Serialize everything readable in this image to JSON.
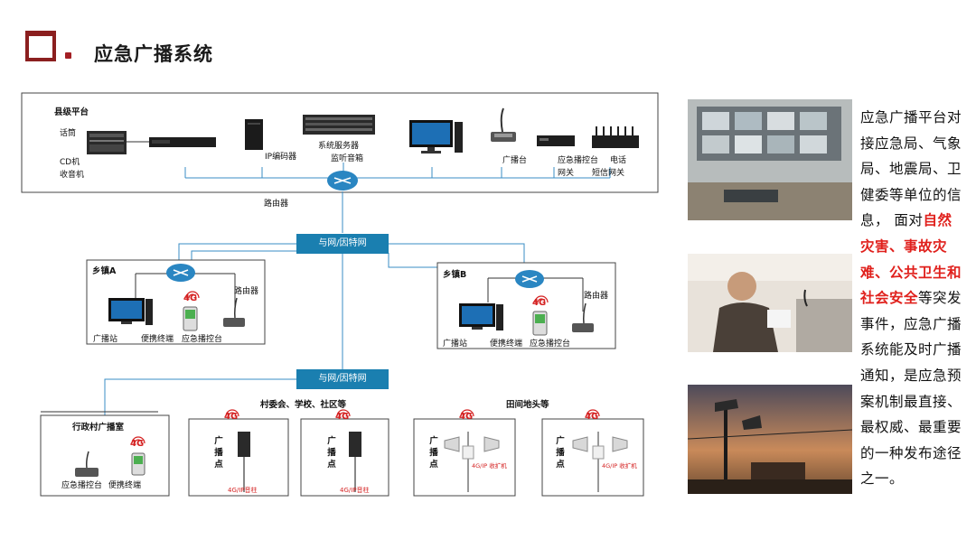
{
  "title": "应急广播系统",
  "county": {
    "label": "县级平台",
    "mic": "话筒",
    "cd": "CD机",
    "radio": "收音机",
    "ip_encoder": "IP编码器",
    "server": "系统服务器",
    "monitor_speaker": "监听音箱",
    "broadcast_desk": "广播台",
    "emergency_gateway_1": "应急播控台",
    "emergency_gateway_2": "网关",
    "sms_gateway_1": "电话",
    "sms_gateway_2": "短信网关",
    "router": "路由器"
  },
  "network_1": "与网/因特网",
  "network_2": "与网/因特网",
  "town_a": {
    "label": "乡镇A",
    "router": "路由器",
    "station": "广播站",
    "portable": "便携终端",
    "console": "应急播控台"
  },
  "town_b": {
    "label": "乡镇B",
    "router": "路由器",
    "station": "广播站",
    "portable": "便携终端",
    "console": "应急播控台"
  },
  "village_room": {
    "label": "行政村广播室",
    "console": "应急播控台",
    "portable": "便携终端"
  },
  "group_village": "村委会、学校、社区等",
  "group_field": "田间地头等",
  "points": [
    {
      "label": "广播点",
      "device": "4G/IP音柱"
    },
    {
      "label": "广播点",
      "device": "4G/IP音柱"
    },
    {
      "label": "广播点",
      "device": "4G/IP  收扩机"
    },
    {
      "label": "广播点",
      "device": "4G/IP  收扩机"
    }
  ],
  "badge_4g": "4G",
  "side": {
    "p1": "应急广播平台对接应急局、气象局、地震局、卫健委等单位的信息， 面对",
    "hl": "自然灾害、事故灾难、公共卫生和社会安全",
    "p2": "等突发事件，应急广播系统能及时广播通知，是应急预案机制最直接、最权威、最重要的一种发布途径之一。"
  },
  "colors": {
    "accent": "#8b1f1f",
    "network": "#1a7fb0",
    "highlight": "#e0201c",
    "line": "#3a8cc4"
  },
  "icons": [
    "mixer-icon",
    "rack-device-icon",
    "encoder-tower-icon",
    "server-rack-icon",
    "monitor-pc-icon",
    "gooseneck-mic-icon",
    "gateway-icon",
    "sms-gateway-icon",
    "router-icon",
    "portable-terminal-icon",
    "speaker-column-icon",
    "horn-speaker-icon",
    "signal-4g-icon"
  ]
}
